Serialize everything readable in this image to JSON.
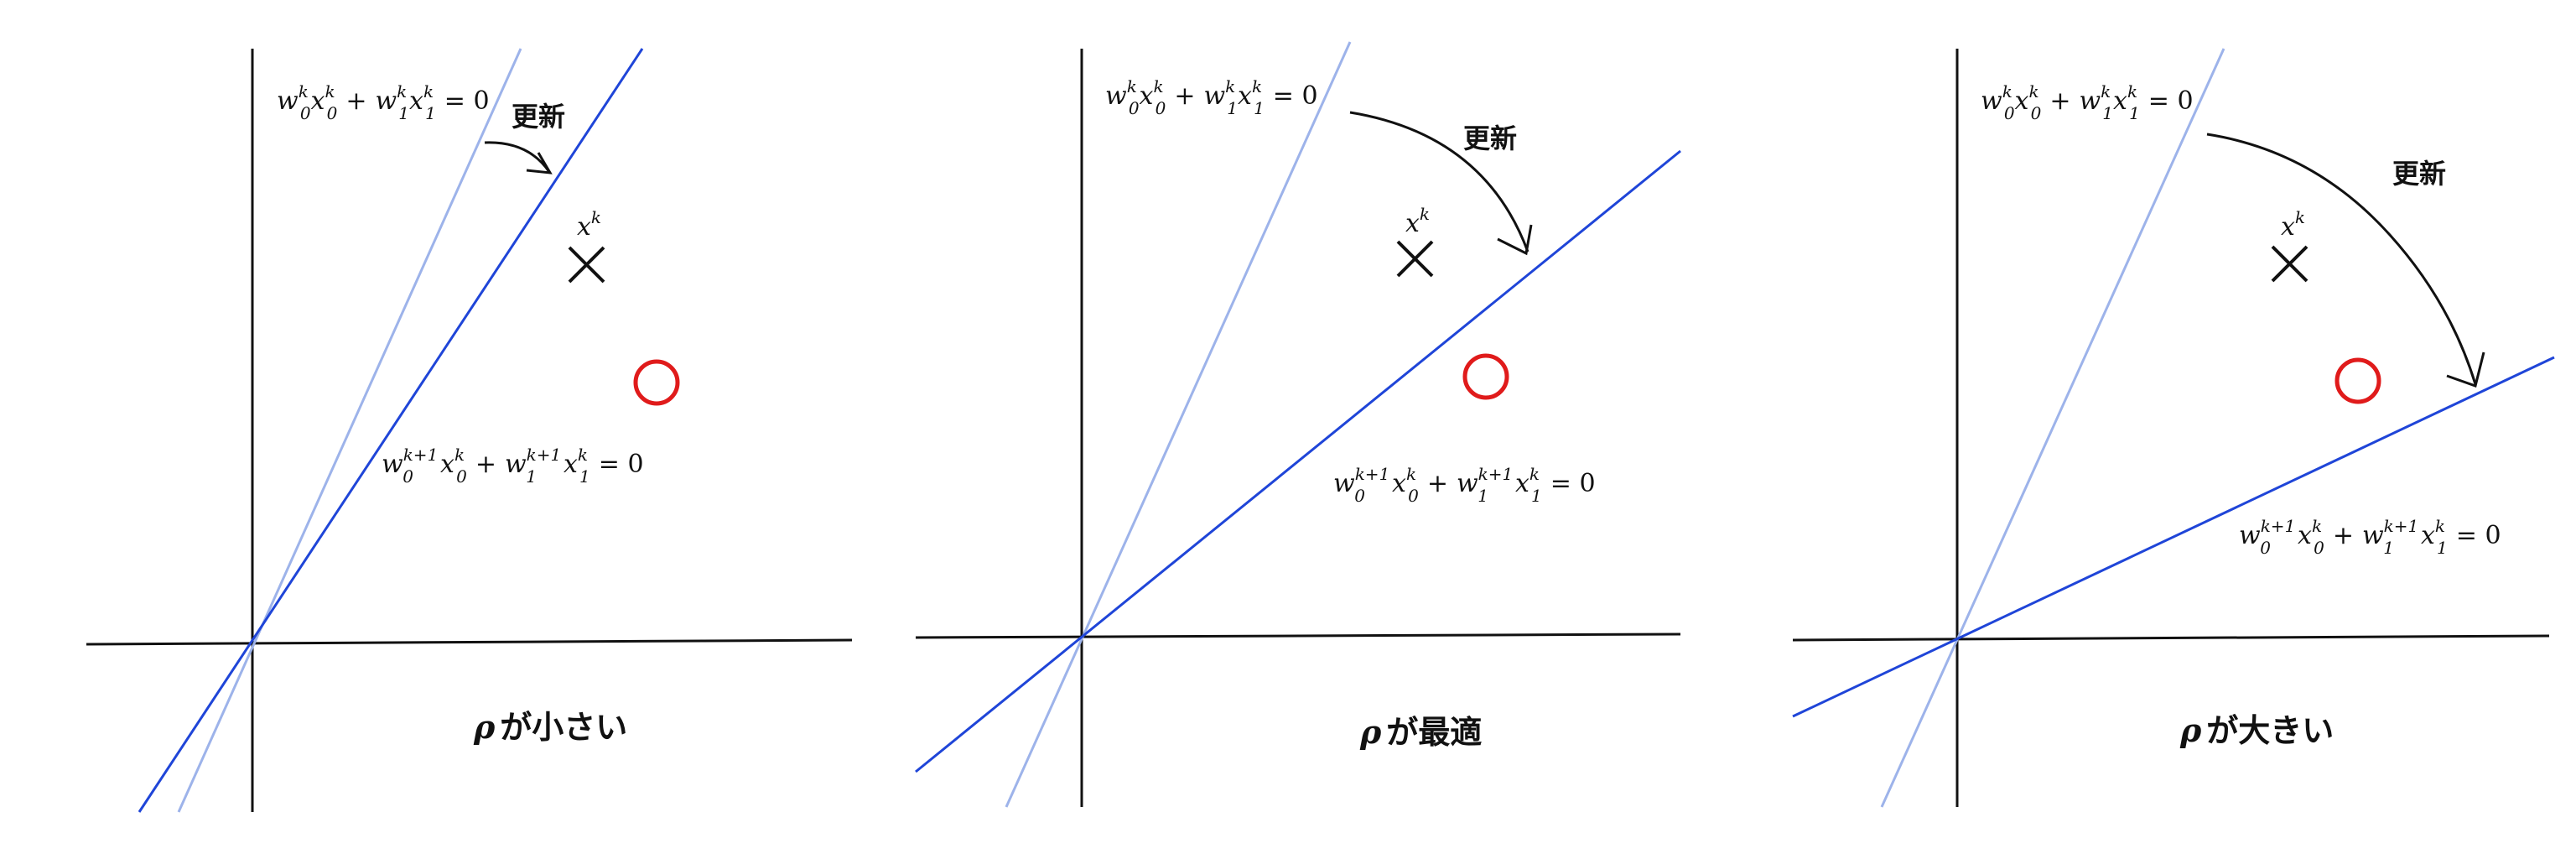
{
  "panels": [
    {
      "id": "small",
      "caption_symbol": "ρ",
      "caption_text": "が小さい",
      "update_label": "更新",
      "old_boundary_eq": "w_0^k x_0^k + w_1^k x_1^k = 0",
      "new_boundary_eq": "w_0^{k+1} x_0^k + w_1^{k+1} x_1^k = 0",
      "point_x_label": "x^k"
    },
    {
      "id": "optimal",
      "caption_symbol": "ρ",
      "caption_text": "が最適",
      "update_label": "更新",
      "old_boundary_eq": "w_0^k x_0^k + w_1^k x_1^k = 0",
      "new_boundary_eq": "w_0^{k+1} x_0^k + w_1^{k+1} x_1^k = 0",
      "point_x_label": "x^k"
    },
    {
      "id": "large",
      "caption_symbol": "ρ",
      "caption_text": "が大きい",
      "update_label": "更新",
      "old_boundary_eq": "w_0^k x_0^k + w_1^k x_1^k = 0",
      "new_boundary_eq": "w_0^{k+1} x_0^k + w_1^{k+1} x_1^k = 0",
      "point_x_label": "x^k"
    }
  ],
  "math": {
    "w": "w",
    "x": "x",
    "k": "k",
    "k1": "k+1",
    "sub0": "0",
    "sub1": "1",
    "plus": "+",
    "eq": "= 0"
  },
  "colors": {
    "axis": "#111111",
    "old_boundary": "#9db3ea",
    "new_boundary": "#1f45d8",
    "circle": "#e01b1b",
    "cross": "#111111",
    "arrow": "#111111"
  }
}
